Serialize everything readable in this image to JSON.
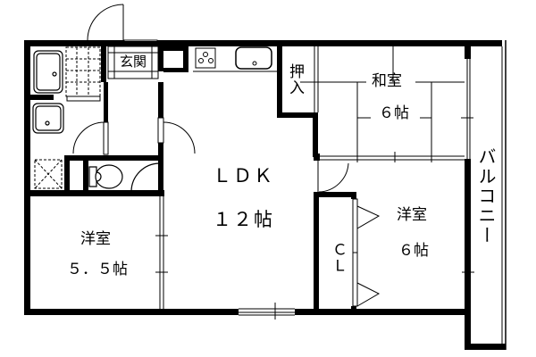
{
  "floor_plan": {
    "rooms": {
      "entrance": {
        "label": "玄関"
      },
      "ldk": {
        "name": "ＬＤＫ",
        "size": "１２帖"
      },
      "oshiire": {
        "label": "押入"
      },
      "washitsu": {
        "name": "和室",
        "size": "６帖"
      },
      "yoshitsu_east": {
        "name": "洋室",
        "size": "６帖"
      },
      "yoshitsu_west": {
        "name": "洋室",
        "size": "５．５帖"
      },
      "closet": {
        "label": "ＣＬ"
      },
      "balcony": {
        "label": "バルコニー"
      }
    },
    "fixtures": [
      "bathtub",
      "shower-floor",
      "washbasin",
      "washing-machine-space",
      "toilet",
      "gas-stove",
      "kitchen-sink",
      "refrigerator-space"
    ]
  }
}
